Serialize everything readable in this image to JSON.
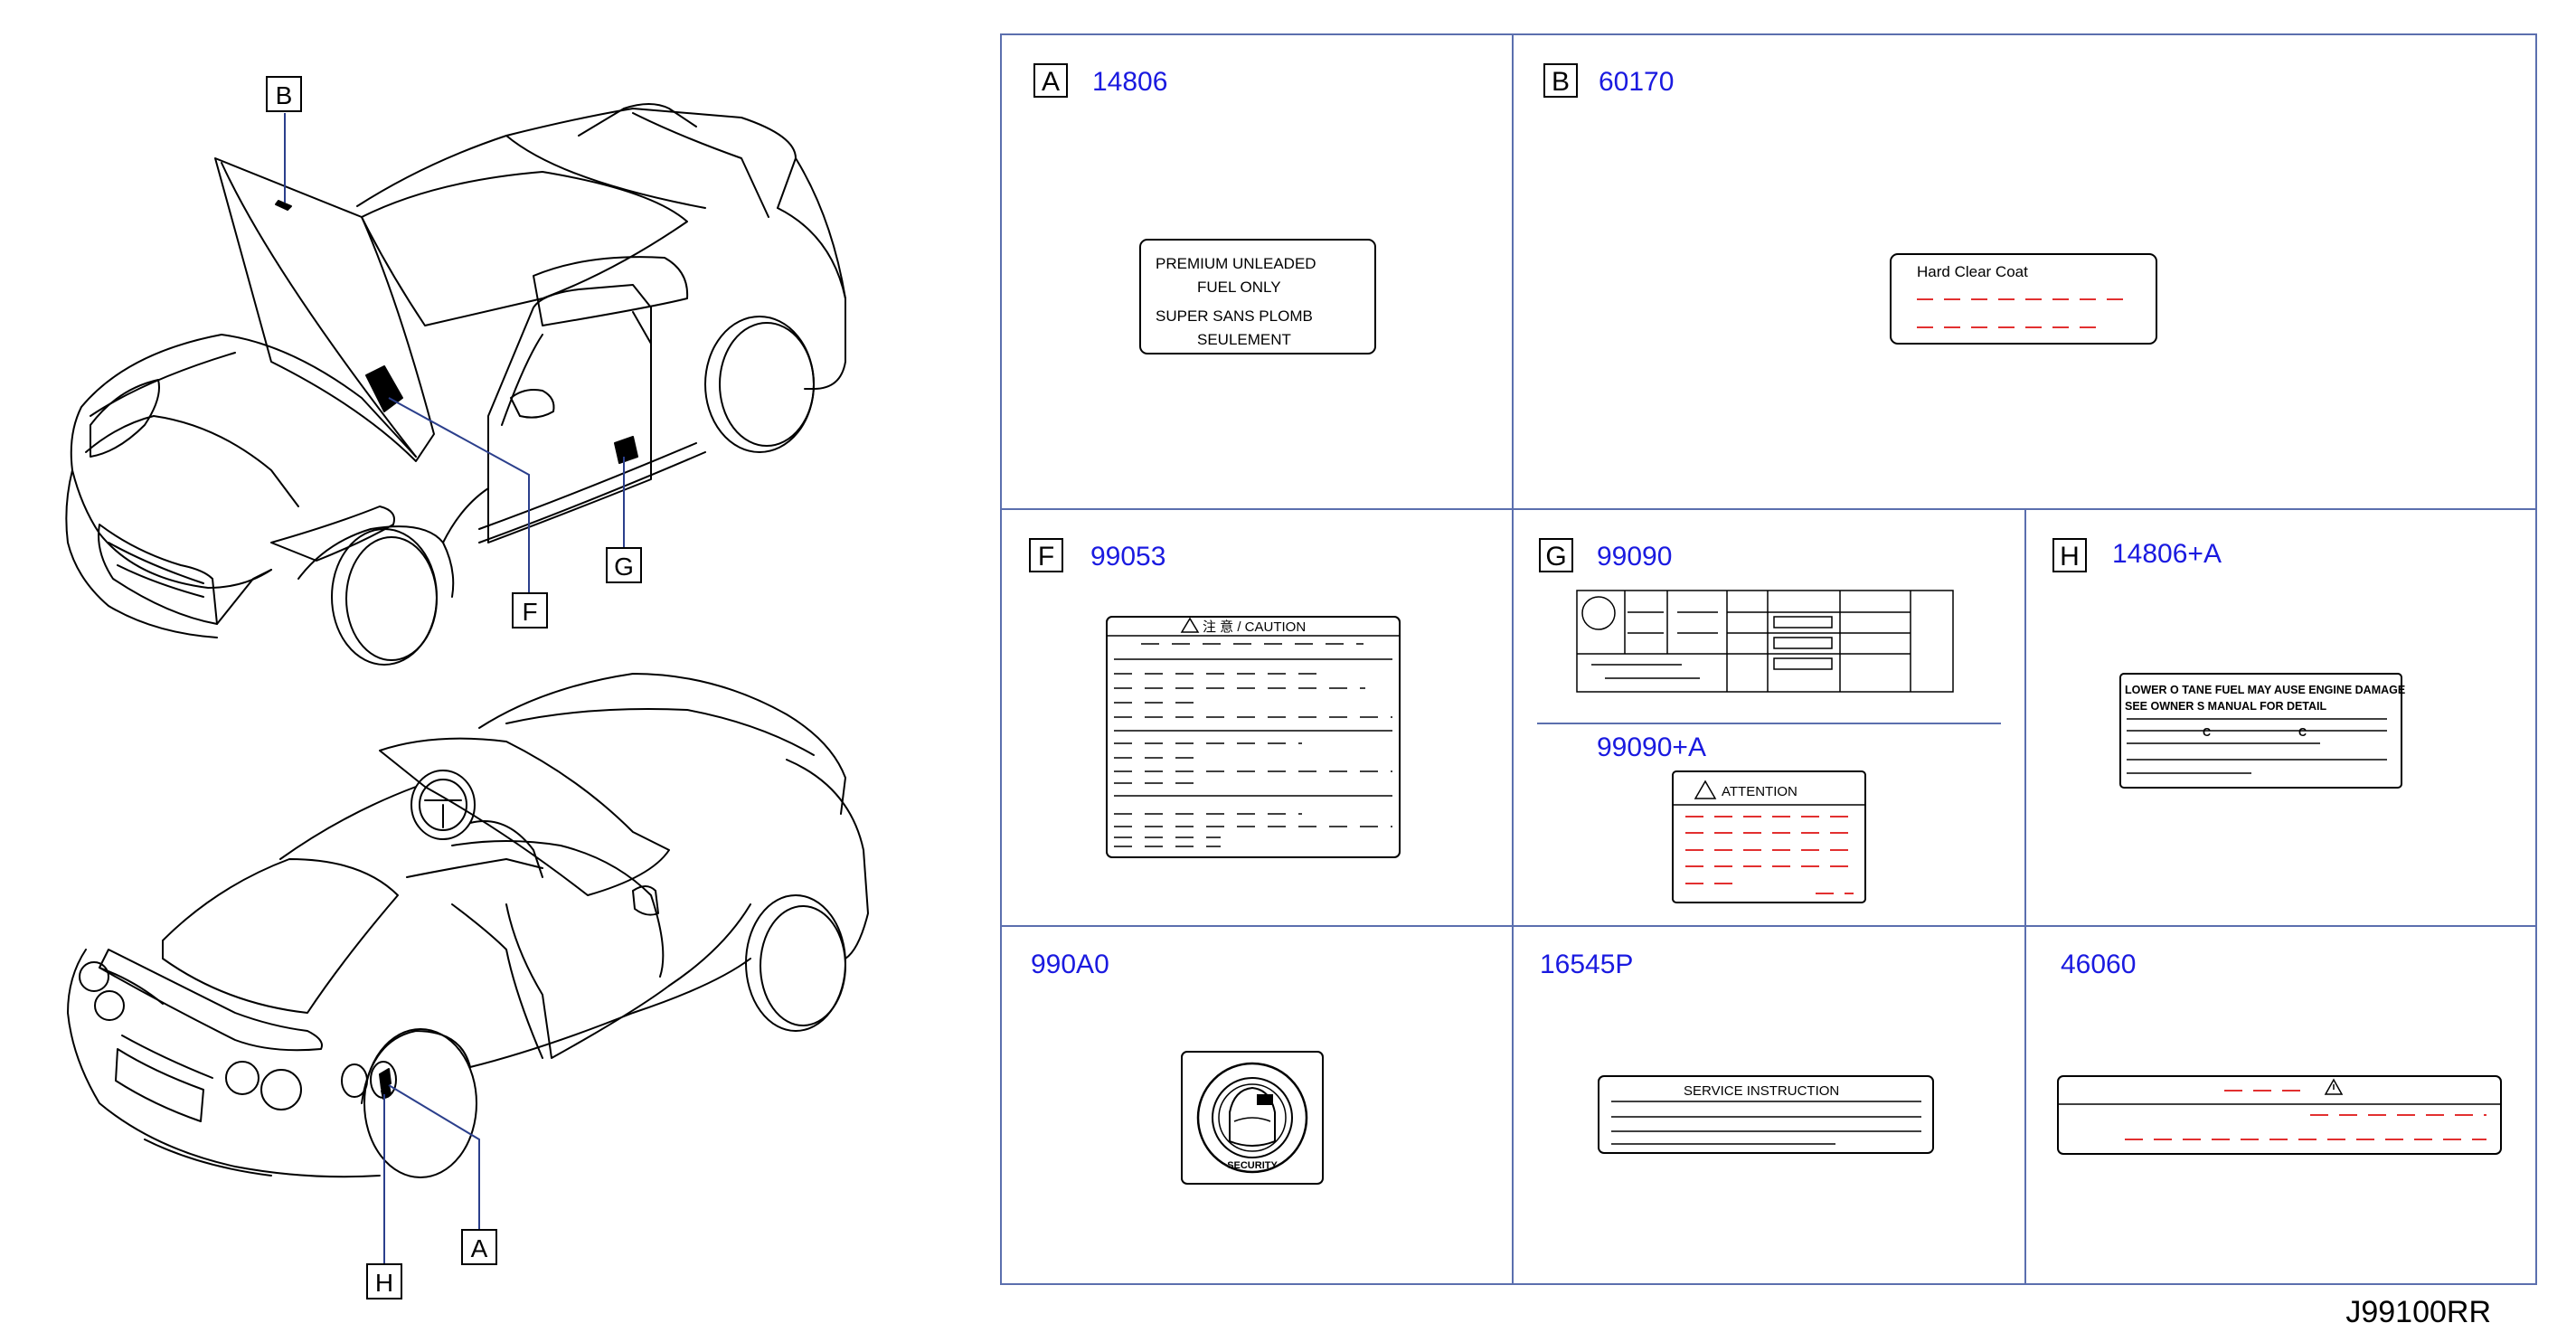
{
  "callouts": {
    "b": "B",
    "f": "F",
    "g": "G",
    "a": "A",
    "h": "H"
  },
  "cells": [
    {
      "letter": "A",
      "code": "14806"
    },
    {
      "letter": "B",
      "code": "60170"
    },
    {
      "letter": "F",
      "code": "99053"
    },
    {
      "letter": "G",
      "code": "99090"
    },
    {
      "letter": "H",
      "code": "14806+A"
    },
    {
      "letter": "",
      "code": "990A0"
    },
    {
      "letter": "",
      "code": "16545P"
    },
    {
      "letter": "",
      "code": "46060"
    }
  ],
  "sub_code_g": "99090+A",
  "labels": {
    "a_line1": "PREMIUM    UNLEADED",
    "a_line2": "FUEL    ONLY",
    "a_line3": "SUPER    SANS    PLOMB",
    "a_line4": "SEULEMENT",
    "b_header": "Hard    Clear    Coat",
    "f_header": "注 意 /     CAUTION",
    "g_attention": "ATTENTION",
    "h_line1": "LOWER O   TANE FUEL MAY   AUSE ENGINE DAMAGE",
    "h_line2": "SEE OWNER S MANUAL FOR DETAIL",
    "h_c1": "C",
    "h_c2": "C",
    "security": "SECURITY",
    "service": "SERVICE    INSTRUCTION"
  },
  "diagram_id": "J99100RR",
  "colors": {
    "grid_line": "#5b6fae",
    "code_blue": "#1a1ae0",
    "red_dash": "#e23030"
  }
}
